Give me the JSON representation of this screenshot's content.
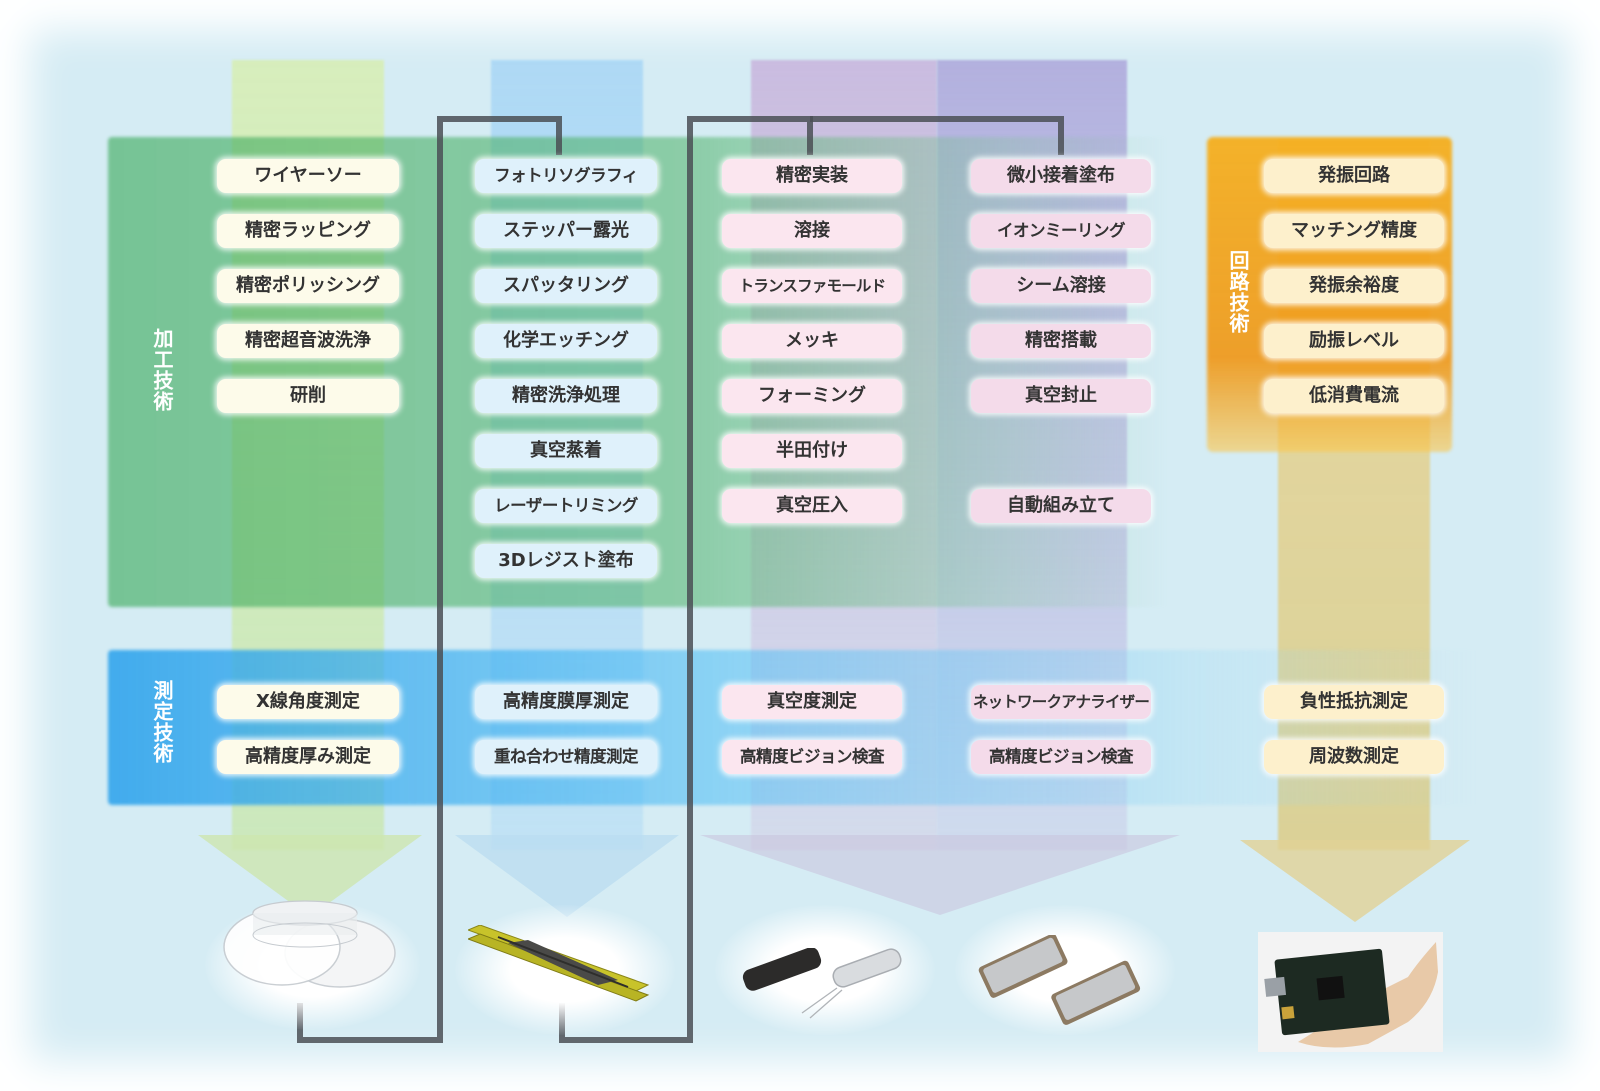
{
  "categories": {
    "processing": "加工技術",
    "measurement": "測定技術",
    "circuit": "回路技術"
  },
  "columns": [
    {
      "processing": [
        "ワイヤーソー",
        "精密ラッピング",
        "精密ポリッシング",
        "精密超音波洗浄",
        "研削"
      ],
      "measurement": [
        "X線角度測定",
        "高精度厚み測定"
      ],
      "product_icon": "quartz-wafer-icon"
    },
    {
      "processing": [
        "フォトリソグラフィ",
        "ステッパー露光",
        "スパッタリング",
        "化学エッチング",
        "精密洗浄処理",
        "真空蒸着",
        "レーザートリミング",
        "3Dレジスト塗布"
      ],
      "measurement": [
        "高精度膜厚測定",
        "重ね合わせ精度測定"
      ],
      "product_icon": "tuning-fork-crystal-icon"
    },
    {
      "processing": [
        "精密実装",
        "溶接",
        "トランスファモールド",
        "メッキ",
        "フォーミング",
        "半田付け",
        "真空圧入"
      ],
      "measurement": [
        "真空度測定",
        "高精度ビジョン検査"
      ],
      "product_icon": "cylinder-crystal-icon"
    },
    {
      "processing": [
        "微小接着塗布",
        "イオンミーリング",
        "シーム溶接",
        "精密搭載",
        "真空封止",
        "自動組み立て"
      ],
      "measurement": [
        "ネットワークアナライザー",
        "高精度ビジョン検査"
      ],
      "product_icon": "smd-crystal-icon"
    },
    {
      "processing": [
        "発振回路",
        "マッチング精度",
        "発振余裕度",
        "励振レベル",
        "低消費電流"
      ],
      "measurement": [
        "負性抵抗測定",
        "周波数測定"
      ],
      "product_icon": "circuit-board-in-hand-icon"
    }
  ],
  "colors": {
    "processing_band": "#4fb06a",
    "measurement_band": "#2aa3e8",
    "circuit_band": "#f3a81e",
    "connector_line": "#4a4f55"
  }
}
